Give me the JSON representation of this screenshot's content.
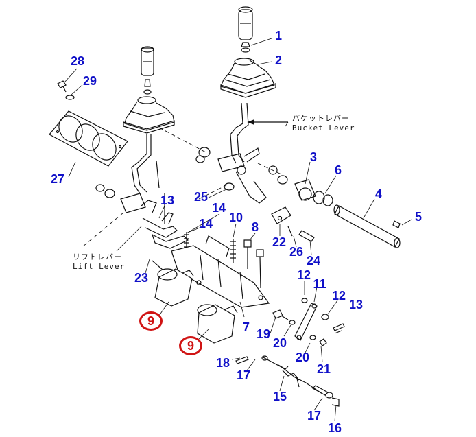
{
  "labels": {
    "bucket_lever_jp": "バケットレバー",
    "bucket_lever_en": "Bucket Lever",
    "lift_lever_jp": "リフトレバー",
    "lift_lever_en": "Lift Lever"
  },
  "callouts": {
    "c1": "1",
    "c2": "2",
    "c3": "3",
    "c4": "4",
    "c5": "5",
    "c6": "6",
    "c7": "7",
    "c8": "8",
    "c9a": "9",
    "c9b": "9",
    "c10": "10",
    "c11": "11",
    "c12a": "12",
    "c12b": "12",
    "c13a": "13",
    "c13b": "13",
    "c14a": "14",
    "c14b": "14",
    "c15": "15",
    "c16": "16",
    "c17a": "17",
    "c17b": "17",
    "c18": "18",
    "c19": "19",
    "c20a": "20",
    "c20b": "20",
    "c21": "21",
    "c22": "22",
    "c23": "23",
    "c24": "24",
    "c25": "25",
    "c26": "26",
    "c27": "27",
    "c28": "28",
    "c29": "29"
  },
  "colors": {
    "callout_blue": "#1010c8",
    "highlight_red": "#d01414",
    "line": "#111111"
  }
}
